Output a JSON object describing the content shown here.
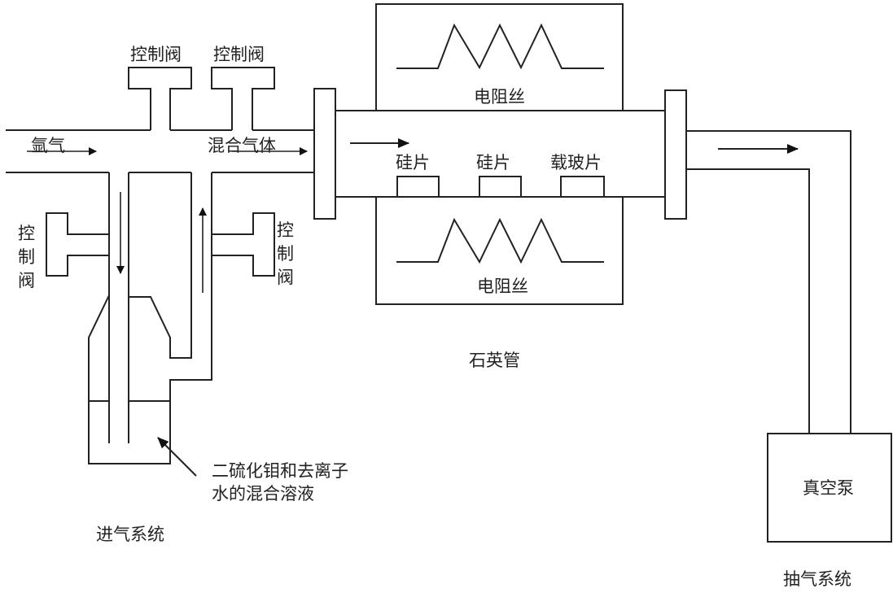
{
  "labels": {
    "control_valve": "控制阀",
    "control_valve_chars": [
      "控",
      "制",
      "阀"
    ],
    "argon": "氩气",
    "mixed_gas": "混合气体",
    "resistance_wire": "电阻丝",
    "silicon_wafer": "硅片",
    "glass_slide": "载玻片",
    "quartz_tube": "石英管",
    "solution_line1": "二硫化钼和去离子",
    "solution_line2": "水的混合溶液",
    "intake_system": "进气系统",
    "vacuum_pump": "真空泵",
    "exhaust_system": "抽气系统"
  }
}
